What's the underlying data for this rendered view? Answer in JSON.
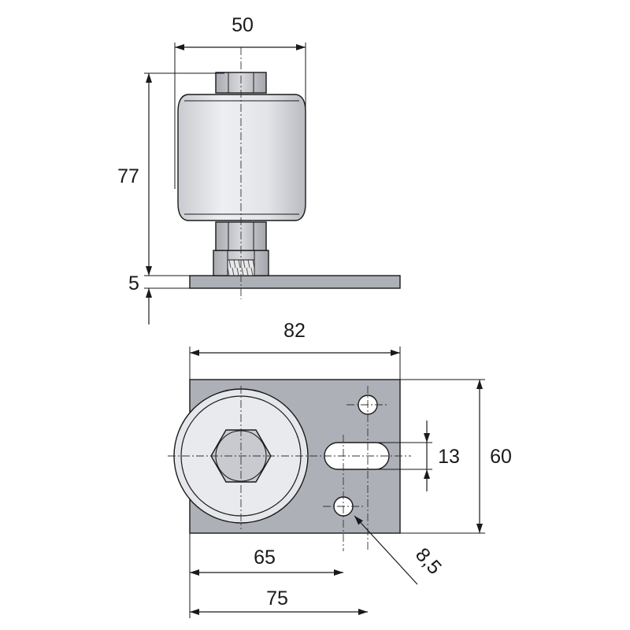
{
  "drawing": {
    "side_view": {
      "dim_width": "50",
      "dim_height": "77",
      "dim_plate_thickness": "5"
    },
    "top_view": {
      "dim_length": "82",
      "dim_depth": "60",
      "dim_slot_width": "13",
      "dim_slot_pos": "65",
      "dim_hole_pos": "75",
      "dim_hole_dia": "8,5"
    },
    "colors": {
      "plate_fill": "#aeb0b8",
      "roller_fill": "#e6e7eb",
      "nut_fill": "#c8cacf",
      "line": "#1a1a1a"
    }
  }
}
